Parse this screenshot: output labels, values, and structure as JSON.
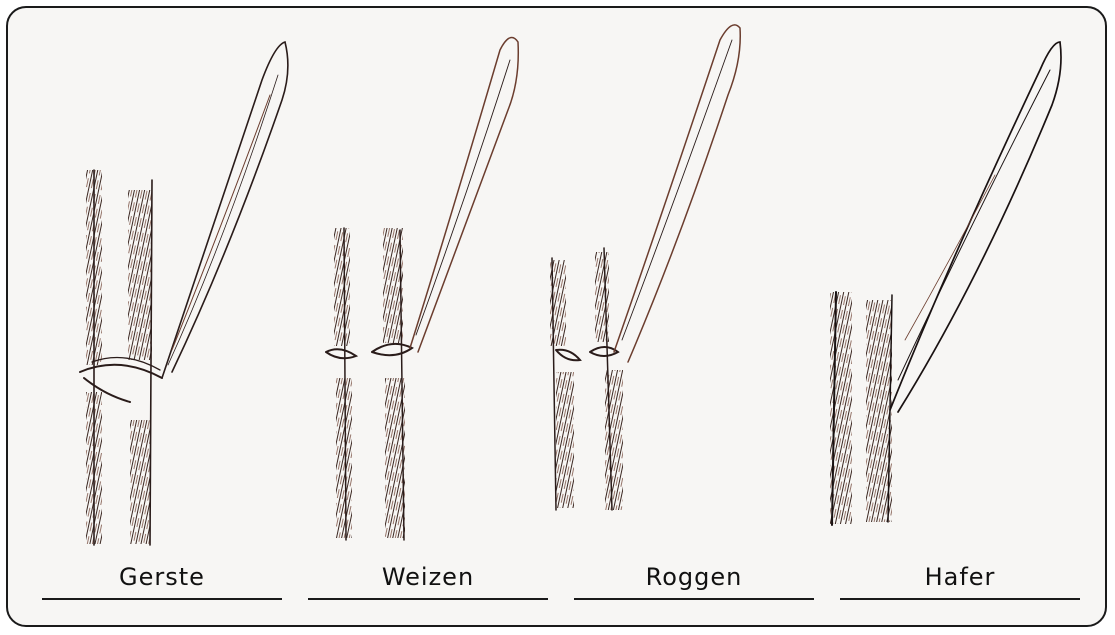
{
  "colors": {
    "ink": "#2a1c1a",
    "sepia": "#6b3d2e",
    "paper": "#f7f6f4",
    "frame": "#1a1a1a"
  },
  "plants": [
    {
      "label": "Gerste"
    },
    {
      "label": "Weizen"
    },
    {
      "label": "Roggen"
    },
    {
      "label": "Hafer"
    }
  ]
}
